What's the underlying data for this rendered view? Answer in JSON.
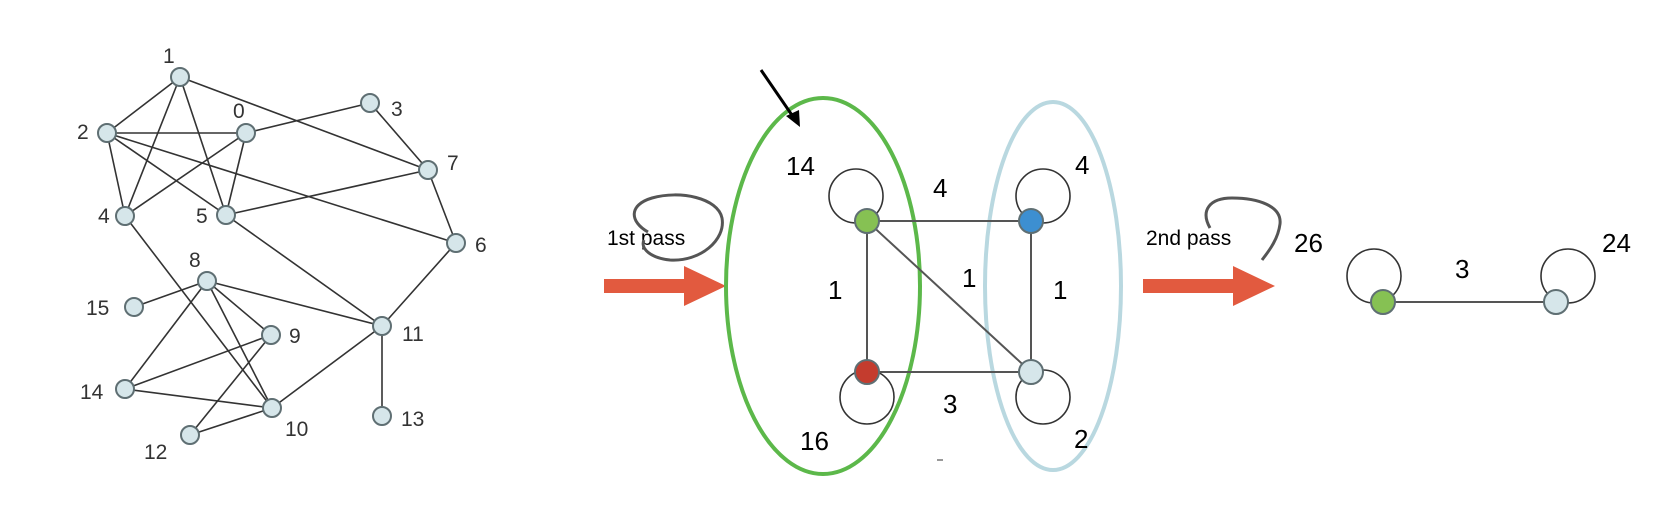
{
  "colors": {
    "node_fill": "#d6e6ea",
    "node_stroke": "#5f6f73",
    "edge": "#333333",
    "arrow": "#e25a3f",
    "green": "#86c153",
    "red": "#c43c2e",
    "blue": "#3d8fd1",
    "green_ellipse": "#5cb84a",
    "blue_ellipse": "#b9d8e0",
    "scribble": "#555555"
  },
  "graph_original": {
    "nodes": [
      {
        "id": "0",
        "label": "0"
      },
      {
        "id": "1",
        "label": "1"
      },
      {
        "id": "2",
        "label": "2"
      },
      {
        "id": "3",
        "label": "3"
      },
      {
        "id": "4",
        "label": "4"
      },
      {
        "id": "5",
        "label": "5"
      },
      {
        "id": "6",
        "label": "6"
      },
      {
        "id": "7",
        "label": "7"
      },
      {
        "id": "8",
        "label": "8"
      },
      {
        "id": "9",
        "label": "9"
      },
      {
        "id": "10",
        "label": "10"
      },
      {
        "id": "11",
        "label": "11"
      },
      {
        "id": "12",
        "label": "12"
      },
      {
        "id": "13",
        "label": "13"
      },
      {
        "id": "14",
        "label": "14"
      },
      {
        "id": "15",
        "label": "15"
      }
    ],
    "edges": [
      [
        "1",
        "2"
      ],
      [
        "1",
        "4"
      ],
      [
        "1",
        "5"
      ],
      [
        "1",
        "7"
      ],
      [
        "2",
        "0"
      ],
      [
        "2",
        "4"
      ],
      [
        "2",
        "5"
      ],
      [
        "2",
        "6"
      ],
      [
        "0",
        "3"
      ],
      [
        "0",
        "4"
      ],
      [
        "0",
        "5"
      ],
      [
        "3",
        "7"
      ],
      [
        "5",
        "7"
      ],
      [
        "7",
        "6"
      ],
      [
        "6",
        "11"
      ],
      [
        "5",
        "11"
      ],
      [
        "4",
        "10"
      ],
      [
        "11",
        "10"
      ],
      [
        "11",
        "13"
      ],
      [
        "8",
        "15"
      ],
      [
        "8",
        "14"
      ],
      [
        "8",
        "11"
      ],
      [
        "8",
        "9"
      ],
      [
        "8",
        "10"
      ],
      [
        "9",
        "14"
      ],
      [
        "9",
        "12"
      ],
      [
        "14",
        "10"
      ],
      [
        "12",
        "10"
      ]
    ]
  },
  "pass1_label": "1st pass",
  "pass2_label": "2nd pass",
  "graph_pass1": {
    "nodes": [
      {
        "id": "g",
        "color": "green",
        "self_loop_weight": "14"
      },
      {
        "id": "b",
        "color": "blue",
        "self_loop_weight": "4"
      },
      {
        "id": "r",
        "color": "red",
        "self_loop_weight": "16"
      },
      {
        "id": "c",
        "color": "light",
        "self_loop_weight": "2"
      }
    ],
    "edges": [
      {
        "from": "g",
        "to": "b",
        "weight": "4"
      },
      {
        "from": "g",
        "to": "r",
        "weight": "1"
      },
      {
        "from": "g",
        "to": "c",
        "weight": "1"
      },
      {
        "from": "b",
        "to": "c",
        "weight": "1"
      },
      {
        "from": "r",
        "to": "c",
        "weight": "3"
      }
    ]
  },
  "graph_pass2": {
    "nodes": [
      {
        "id": "A",
        "color": "green",
        "self_loop_weight": "26"
      },
      {
        "id": "B",
        "color": "light",
        "self_loop_weight": "24"
      }
    ],
    "edges": [
      {
        "from": "A",
        "to": "B",
        "weight": "3"
      }
    ]
  }
}
